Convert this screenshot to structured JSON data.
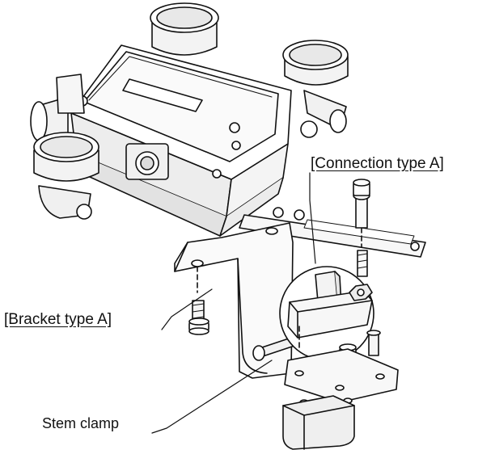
{
  "labels": {
    "connection_type": "[Connection type A]",
    "bracket_type": "[Bracket type A]",
    "stem_clamp": "Stem clamp"
  }
}
